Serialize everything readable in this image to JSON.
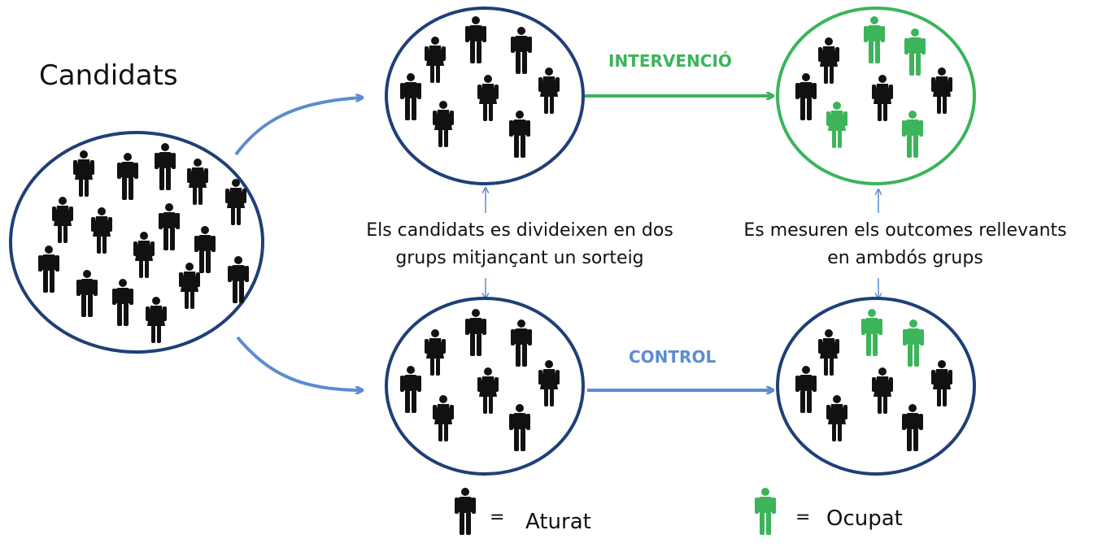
{
  "title": "Candidats",
  "labels": {
    "intervention": "INTERVENCIÓ",
    "control": "CONTROL",
    "split_line1": "Els candidats es divideixen en dos",
    "split_line2": "grups mitjançant un sorteig",
    "measure_line1": "Es mesuren els outcomes rellevants",
    "measure_line2": "en ambdós grups"
  },
  "legend": {
    "unemployed": {
      "symbol": "=",
      "label": "Aturat"
    },
    "employed": {
      "symbol": "=",
      "label": "Ocupat"
    }
  },
  "colors": {
    "circle_stroke": "#1f3f77",
    "arrow_blue": "#5b8ccf",
    "green": "#3cb45a",
    "person_black": "#111111",
    "control_text": "#5b8ccf",
    "intervention_text": "#3cb45a"
  },
  "icons": {
    "person": "person-icon"
  }
}
